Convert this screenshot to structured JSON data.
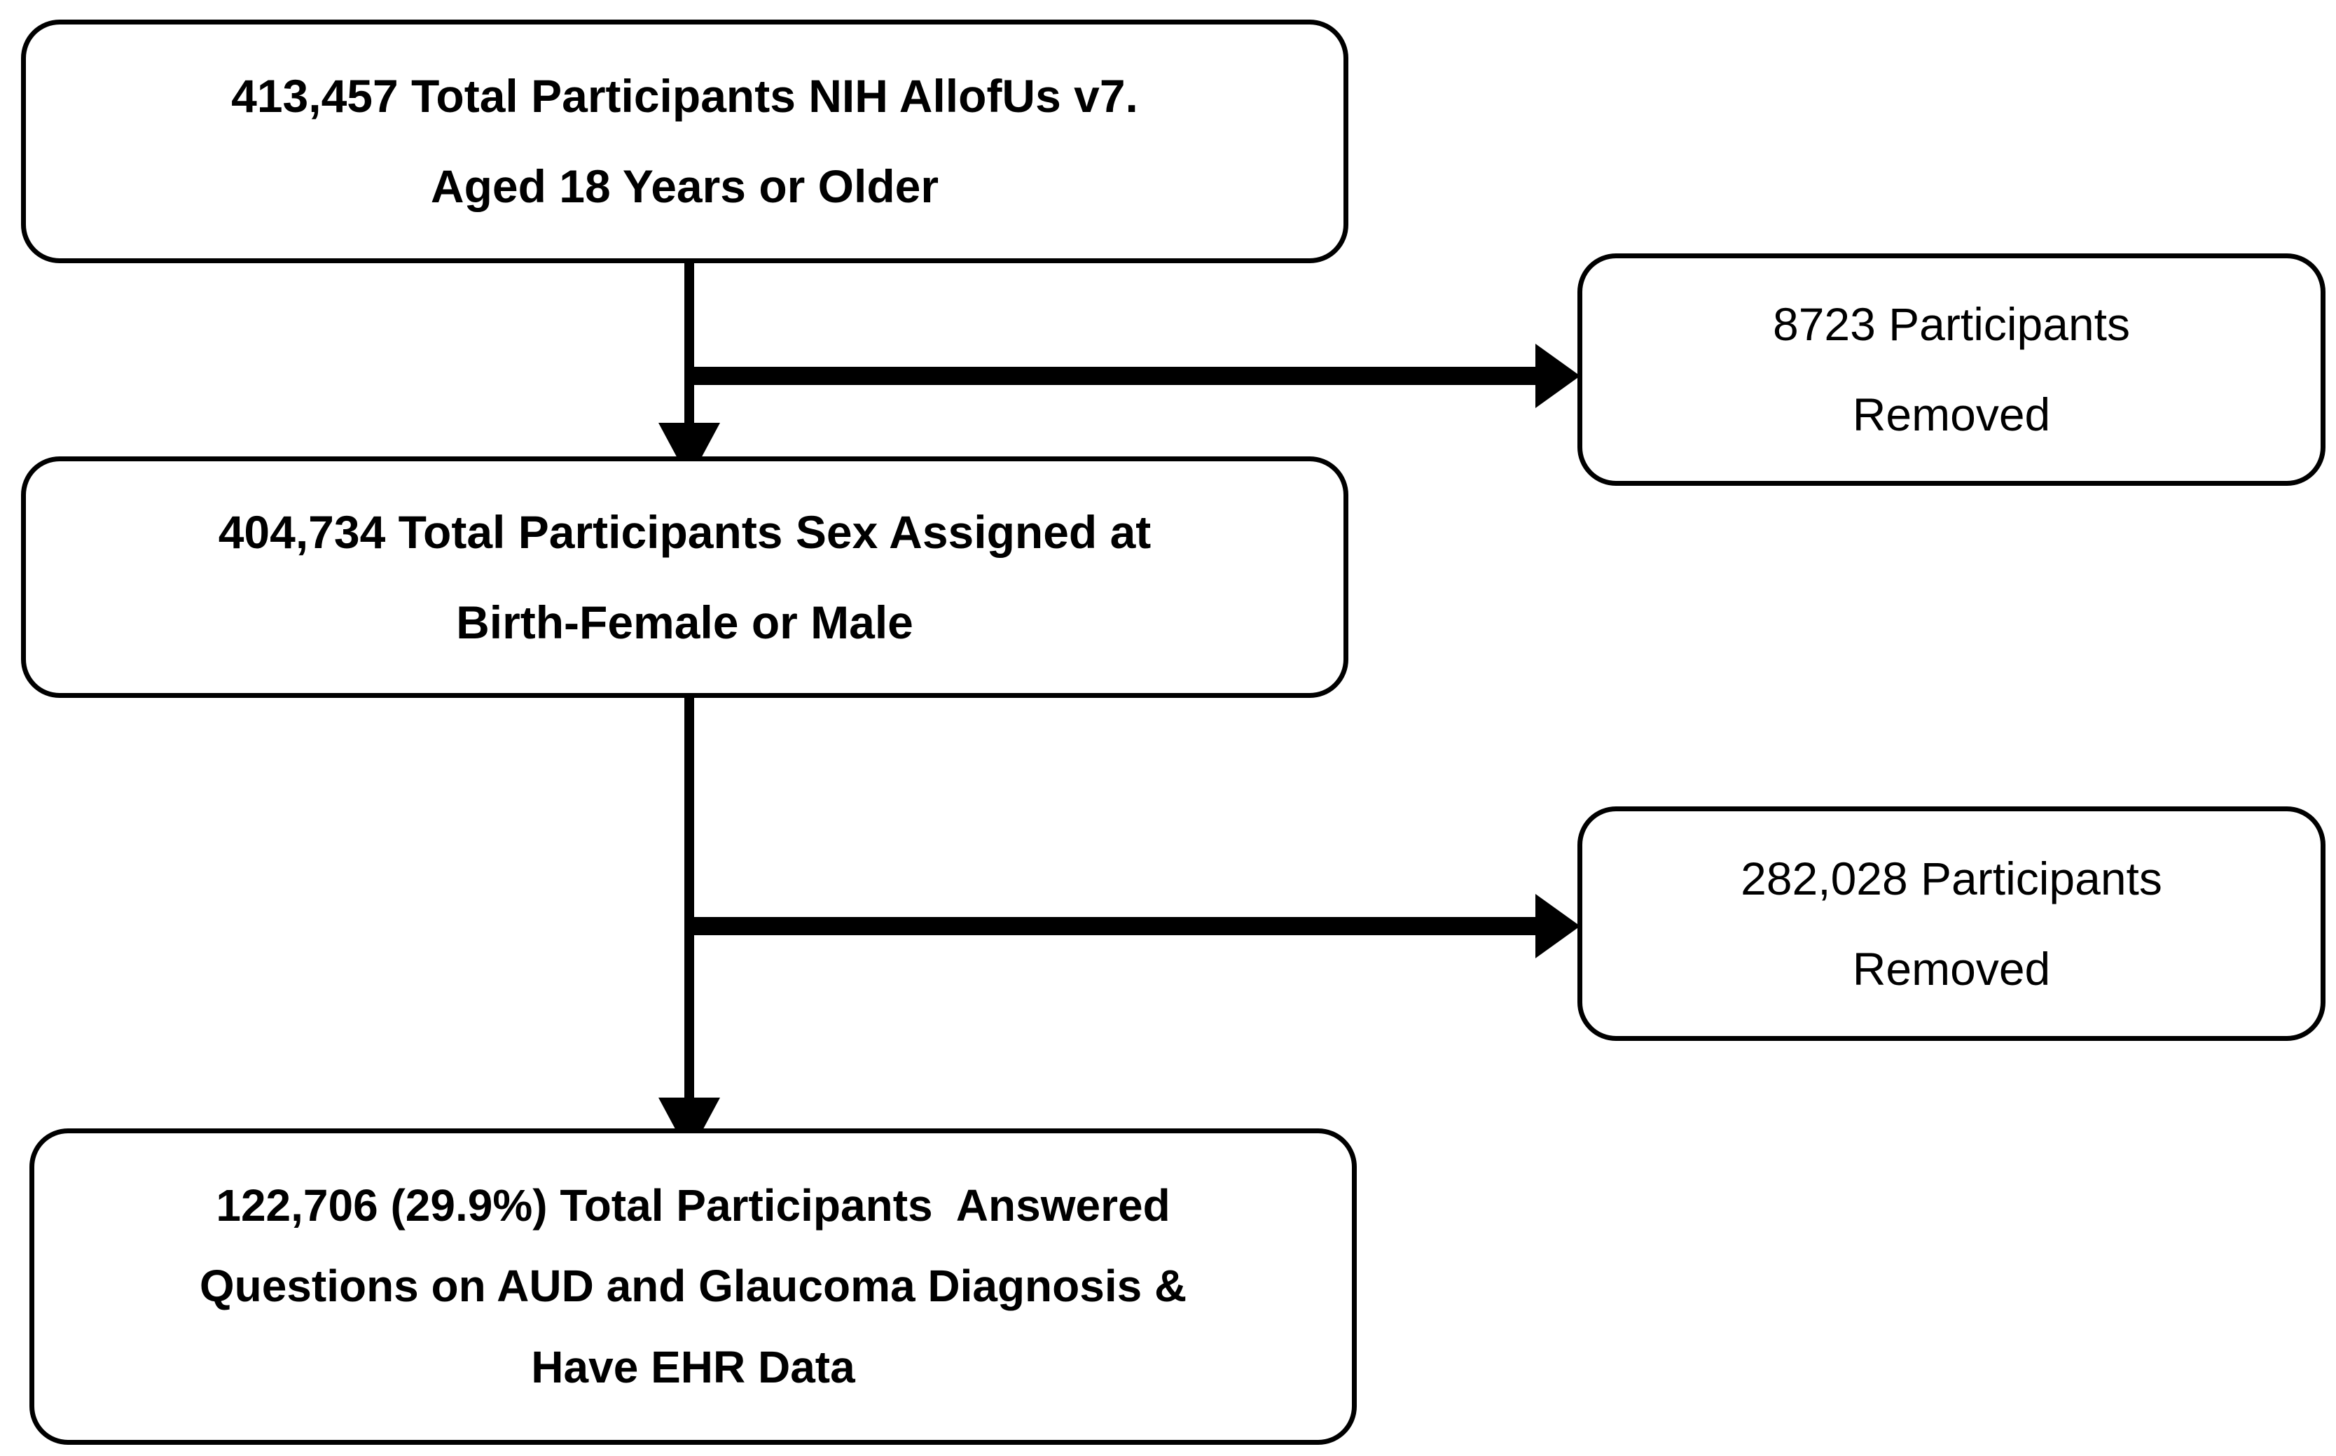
{
  "colors": {
    "background": "#ffffff",
    "line": "#000000",
    "text": "#000000"
  },
  "flowchart": {
    "box_total": {
      "lines": [
        "413,457 Total Participants NIH AllofUs v7.",
        "Aged 18 Years or Older"
      ]
    },
    "box_removed_first": {
      "lines": [
        "8723 Participants",
        "Removed"
      ]
    },
    "box_sex": {
      "lines": [
        "404,734 Total Participants Sex Assigned at",
        "Birth-Female or Male"
      ]
    },
    "box_removed_second": {
      "lines": [
        "282,028 Participants",
        "Removed"
      ]
    },
    "box_final": {
      "lines": [
        "122,706 (29.9%) Total Participants  Answered",
        "Questions on AUD and Glaucoma Diagnosis &",
        "Have EHR Data"
      ]
    }
  }
}
